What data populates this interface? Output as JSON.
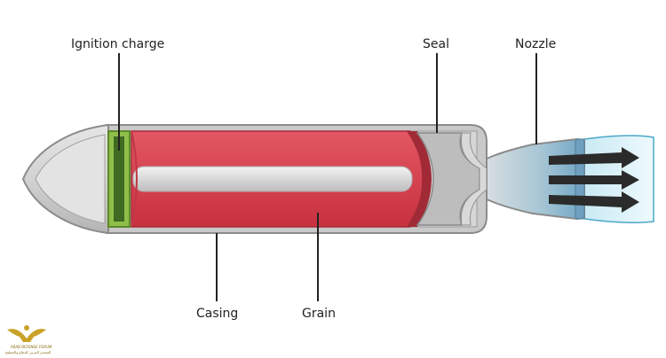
{
  "labels": {
    "ignition_charge": "Ignition charge",
    "seal": "Seal",
    "nozzle": "Nozzle",
    "casing": "Casing",
    "grain": "Grain"
  },
  "logo": {
    "line1": "ARAB DEFENSE FORUM",
    "line2": "المنتدى العربي للدفاع والتسليح"
  },
  "colors": {
    "casing": "#c8c8c8",
    "grain": "#d94452",
    "ignition": "#8fbf4a",
    "exhaust": "#bfe6f2",
    "arrows": "#2b2b2b"
  }
}
